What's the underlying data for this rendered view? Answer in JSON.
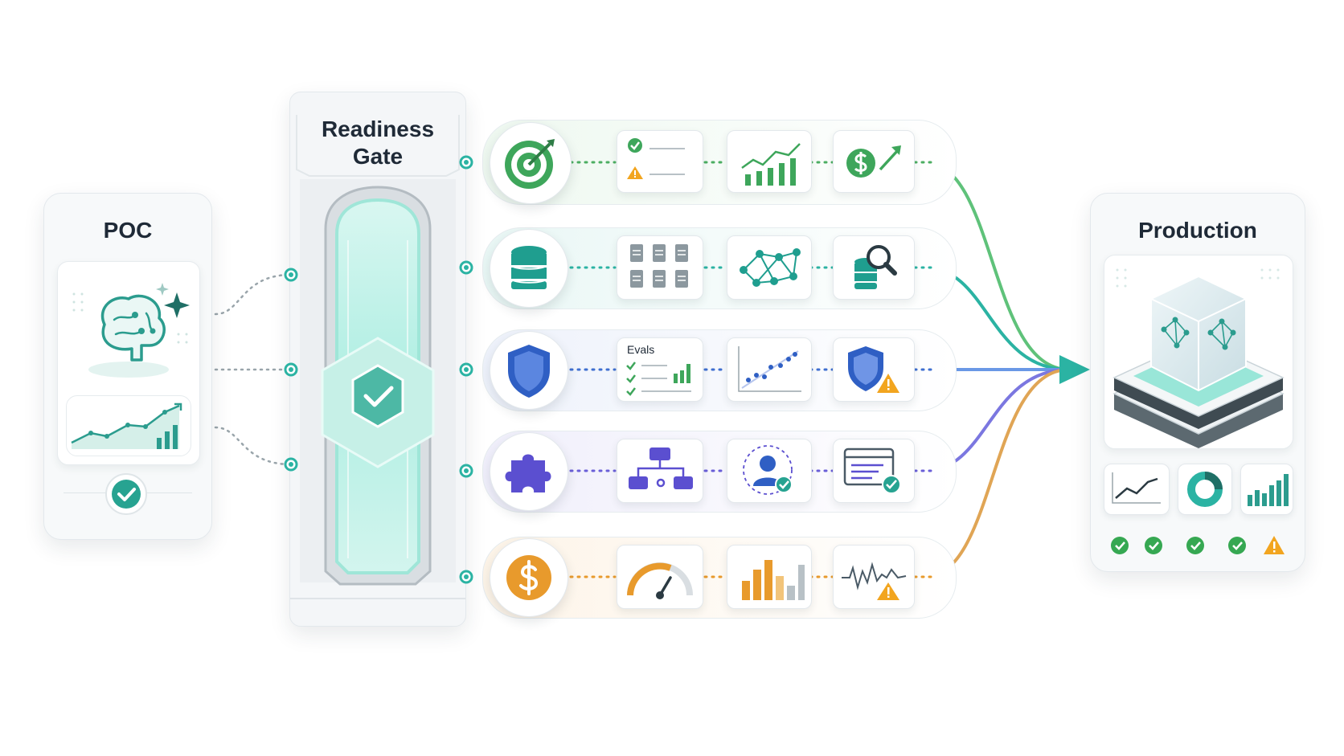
{
  "poc": {
    "title": "POC"
  },
  "gate": {
    "title_line1": "Readiness",
    "title_line2": "Gate"
  },
  "production": {
    "title": "Production"
  },
  "lanes": [
    {
      "icon": "target-icon",
      "color": "#3ea65b",
      "tiles": [
        "checklist-warning-icon",
        "growth-chart-icon",
        "revenue-growth-icon"
      ]
    },
    {
      "icon": "database-icon",
      "color": "#1f9e8f",
      "tiles": [
        "documents-icon",
        "knowledge-graph-icon",
        "database-search-icon"
      ]
    },
    {
      "icon": "shield-icon",
      "color": "#2f5fc4",
      "tiles": [
        "evals-checklist-icon",
        "scatter-trend-icon",
        "shield-warning-icon"
      ],
      "evals_label": "Evals"
    },
    {
      "icon": "puzzle-icon",
      "color": "#5b4fd0",
      "tiles": [
        "workflow-icon",
        "user-verified-icon",
        "browser-approved-icon"
      ]
    },
    {
      "icon": "dollar-icon",
      "color": "#e89a2c",
      "tiles": [
        "gauge-icon",
        "cost-bars-icon",
        "signal-warning-icon"
      ]
    }
  ],
  "production_status": [
    "ok",
    "ok",
    "ok",
    "ok",
    "warning"
  ],
  "colors": {
    "accent": "#2bb3a3",
    "green": "#36a852",
    "teal": "#1f9e8f",
    "blue": "#2f5fc4",
    "purple": "#5b4fd0",
    "orange": "#e89a2c",
    "warning": "#f2a51f"
  }
}
